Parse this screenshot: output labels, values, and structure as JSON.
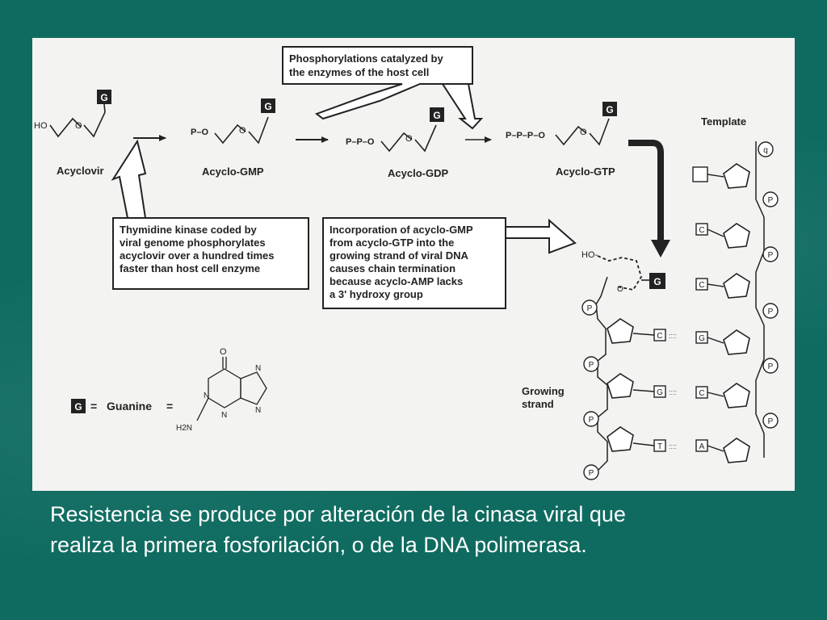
{
  "figure": {
    "compounds": {
      "acyclovir": "Acyclovir",
      "acyclo_gmp": "Acyclo-GMP",
      "acyclo_gdp": "Acyclo-GDP",
      "acyclo_gtp": "Acyclo-GTP"
    },
    "callouts": {
      "host_line1": "Phosphorylations catalyzed by",
      "host_line2": "the enzymes of the host cell",
      "tk_line1": "Thymidine kinase coded by",
      "tk_line2": "viral genome phosphorylates",
      "tk_line3": "acyclovir over a hundred times",
      "tk_line4": "faster than host cell enzyme",
      "inc_line1": "Incorporation of acyclo-GMP",
      "inc_line2": "from acyclo-GTP into the",
      "inc_line3": "growing strand of viral DNA",
      "inc_line4": "causes chain termination",
      "inc_line5": "because acyclo-AMP lacks",
      "inc_line6": "a 3' hydroxy group"
    },
    "strand_labels": {
      "template": "Template",
      "growing_line1": "Growing",
      "growing_line2": "strand"
    },
    "legend": {
      "symbol": "G",
      "equals": "=",
      "label": "Guanine",
      "eq2": "="
    },
    "symbols": {
      "g": "G",
      "p": "P",
      "o": "O",
      "ho": "HO",
      "ho_dash": "HO-",
      "q": "q",
      "c": "C",
      "t": "T",
      "a": "A",
      "n": "N",
      "nh2": "H2N",
      "p_o": "P–O",
      "pp_o": "P–P–O",
      "ppp_o": "P–P–P–O",
      "dots": "::::"
    }
  },
  "caption": {
    "line1": "Resistencia se produce por alteración de la cinasa viral que",
    "line2": "realiza la primera fosforilación, o de la DNA polimerasa."
  }
}
